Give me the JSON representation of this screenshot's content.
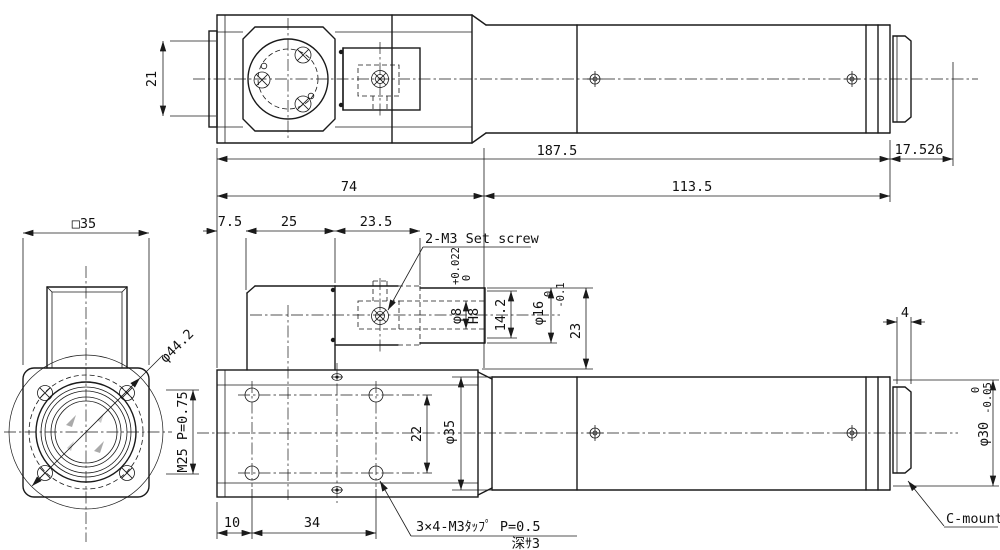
{
  "drawing": {
    "type": "technical-drawing",
    "part": "right-angle C-mount lens assembly",
    "dims": {
      "d21": "21",
      "d1875": "187.5",
      "d17526": "17.526",
      "d74": "74",
      "d1135": "113.5",
      "d75": "7.5",
      "d25w": "25",
      "d235": "23.5",
      "set_screw": "2-M3 Set screw",
      "sq35": "□35",
      "dia442": "φ44.2",
      "m25": "M25 P=0.75",
      "dia8": "φ8",
      "h8": "H8",
      "tol8_upper": "+0.022",
      "tol8_lower": "0",
      "d142": "14.2",
      "dia16": "φ16",
      "tol16_upper": "0",
      "tol16_lower": "-0.1",
      "d23": "23",
      "dia35": "φ35",
      "d22": "22",
      "d10": "10",
      "d34": "34",
      "tap": "3×4-M3ﾀｯﾌﾟ P=0.5",
      "tap_depth": "深ｻ3",
      "d4": "4",
      "dia30": "φ30",
      "tol30_upper": "0",
      "tol30_lower": "-0.05",
      "cmount": "C-mount"
    }
  }
}
